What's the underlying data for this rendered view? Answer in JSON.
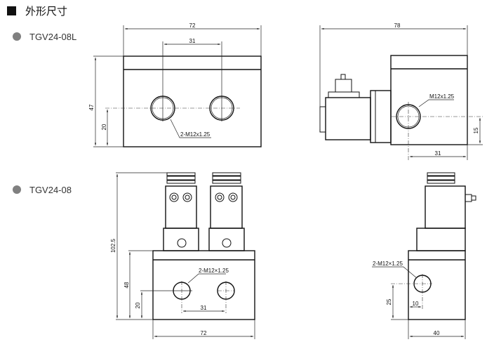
{
  "header": {
    "title": "外形尺寸"
  },
  "models": [
    {
      "label": "TGV24-08L",
      "bullet_color": "#808080"
    },
    {
      "label": "TGV24-08",
      "bullet_color": "#808080"
    }
  ],
  "drawings": {
    "l_front": {
      "width": "72",
      "pitch": "31",
      "height": "47",
      "port_height": "20",
      "port_note": "2-M12x1.25"
    },
    "l_side": {
      "length": "78",
      "port_note": "M12x1.25",
      "port_height": "15",
      "port_offset": "31"
    },
    "front": {
      "total_height": "102.5",
      "block_height": "48",
      "port_height": "20",
      "pitch": "31",
      "width": "72",
      "port_note": "2-M12×1.25"
    },
    "side": {
      "port_note": "2-M12×1.25",
      "port_height": "25",
      "port_offset": "10",
      "width": "40"
    }
  }
}
